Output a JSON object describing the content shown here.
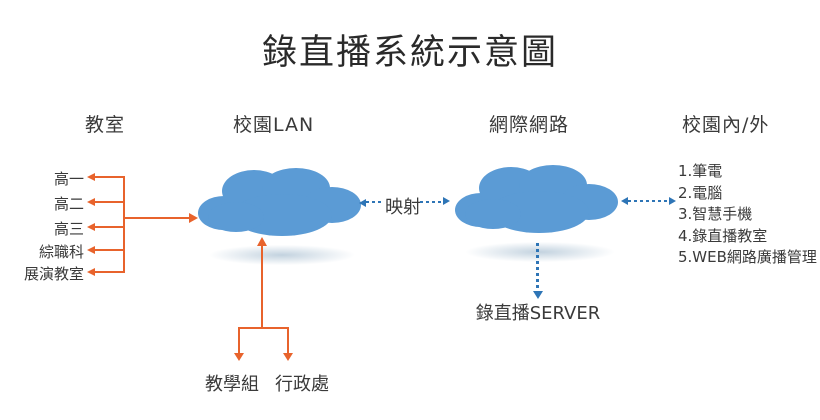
{
  "title": "錄直播系統示意圖",
  "columns": {
    "classroom": "教室",
    "campus_lan": "校園LAN",
    "internet": "網際網路",
    "campus_in_out": "校園內/外"
  },
  "classrooms": [
    "高一",
    "高二",
    "高三",
    "綜職科",
    "展演教室"
  ],
  "departments": [
    "教學組",
    "行政處"
  ],
  "mapping_label": "映射",
  "server_label": "錄直播SERVER",
  "devices": [
    "1.筆電",
    "2.電腦",
    "3.智慧手機",
    "4.錄直播教室",
    "5.WEB網路廣播管理"
  ],
  "colors": {
    "cloud": "#5B9BD5",
    "orange": "#E8632C",
    "arrow_blue": "#2E75B6",
    "text": "#3A3A3A",
    "title": "#2A2A2A",
    "shadow": "#AEC3D4"
  }
}
